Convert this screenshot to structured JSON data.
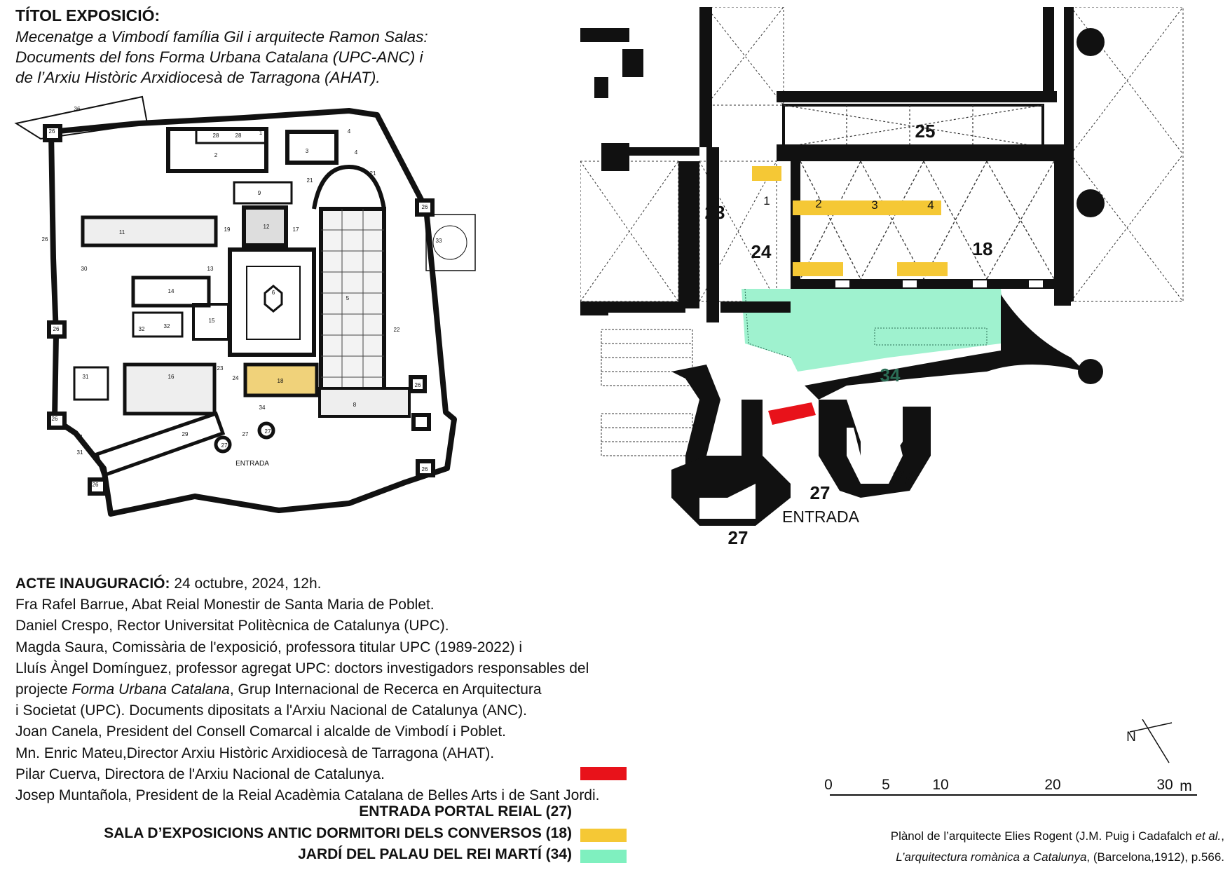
{
  "header": {
    "label": "TÍTOL EXPOSICIÓ:",
    "lines": [
      "Mecenatge a Vimbodí família Gil i arquitecte Ramon Salas:",
      "Documents del fons Forma Urbana Catalana (UPC-ANC) i",
      "de l’Arxiu Històric Arxidiocesà de Tarragona (AHAT)."
    ]
  },
  "small_plan": {
    "entrance_label": "ENTRADA",
    "room_numbers": [
      "36",
      "26",
      "26",
      "26",
      "26",
      "28",
      "28",
      "1",
      "4",
      "4",
      "2",
      "3",
      "21",
      "21",
      "9",
      "26",
      "33",
      "11",
      "19",
      "12",
      "17",
      "30",
      "13",
      "14",
      "6",
      "5",
      "32",
      "32",
      "15",
      "22",
      "26",
      "31",
      "16",
      "23",
      "24",
      "18",
      "31",
      "8",
      "34",
      "27",
      "27",
      "27",
      "29",
      "31",
      "26",
      "26",
      "26"
    ]
  },
  "inauguration": {
    "label": "ACTE INAUGURACIÓ:",
    "date": " 24 octubre, 2024, 12h.",
    "lines": [
      "Fra Rafel Barrue, Abat Reial Monestir de Santa Maria de Poblet.",
      "Daniel Crespo, Rector Universitat Politècnica de Catalunya (UPC).",
      "Magda Saura, Comissària de l'exposició, professora titular UPC (1989-2022) i",
      "Lluís Àngel Domínguez, professor agregat UPC: doctors investigadors responsables del"
    ],
    "line_project_pre": "projecte ",
    "line_project_italic": "Forma Urbana Catalana",
    "line_project_post": ", Grup Internacional de Recerca en Arquitectura",
    "lines_after": [
      "i Societat (UPC). Documents dipositats a l'Arxiu Nacional de Catalunya (ANC).",
      "Joan Canela, President del Consell Comarcal i alcalde de Vimbodí i Poblet.",
      "Mn. Enric Mateu,Director Arxiu Històric Arxidiocesà de Tarragona (AHAT).",
      "Pilar Cuerva, Directora de l'Arxiu Nacional de Catalunya.",
      "Josep Muntañola, President de la Reial Acadèmia Catalana de Belles Arts i de Sant Jordi."
    ]
  },
  "legend": {
    "items": [
      {
        "label": "ENTRADA PORTAL REIAL (27)",
        "color": "#e8121a"
      },
      {
        "label": "SALA D’EXPOSICIONS ANTIC DORMITORI DELS CONVERSOS (18)",
        "color": "#f5c835"
      },
      {
        "label": "JARDÍ DEL PALAU DEL REI MARTÍ (34)",
        "color": "#7ff0bf"
      }
    ]
  },
  "detail_plan": {
    "numbers": {
      "n25": "25",
      "n23": "23",
      "n24": "24",
      "n18": "18",
      "n34": "34",
      "n27a": "27",
      "n27b": "27",
      "n27c": "27",
      "b1": "1",
      "b2": "2",
      "b3": "3",
      "b4": "4"
    },
    "entrance_label": "ENTRADA",
    "colors": {
      "wall": "#111111",
      "exhibition": "#f5c835",
      "garden": "#9ff2cf",
      "entrance": "#e8121a"
    }
  },
  "north_arrow": {
    "label": "N"
  },
  "scale": {
    "ticks": [
      "0",
      "5",
      "10",
      "20",
      "30"
    ],
    "unit": "m"
  },
  "caption": {
    "line1_pre": "Plànol de l’arquitecte Elies Rogent (J.M. Puig i Cadafalch ",
    "line1_italic": "et al.",
    "line1_post": ",",
    "line2_italic": "L’arquitectura romànica a Catalunya",
    "line2_post": ", (Barcelona,1912), p.566."
  }
}
